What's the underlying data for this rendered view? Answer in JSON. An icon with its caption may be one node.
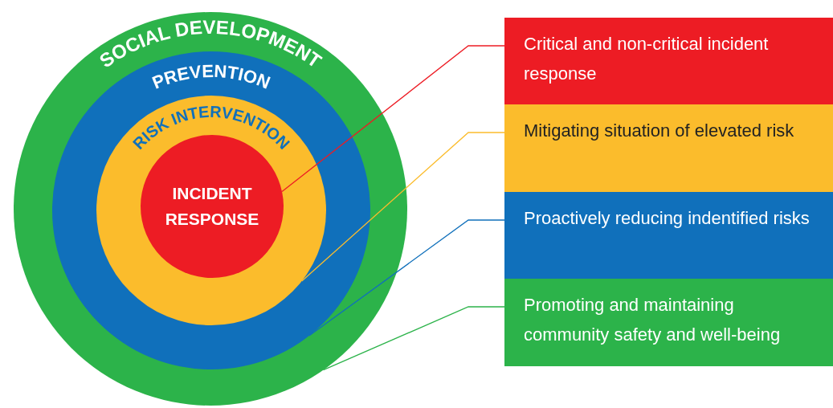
{
  "diagram": {
    "nodes": [
      {
        "text": [
          "SOCIAL DEVELOPMENT"
        ]
      },
      {
        "text": [
          "PREVENTION"
        ],
        "in": 0
      },
      {
        "text": [
          "RISK INTERVENTION"
        ],
        "in": 1
      },
      {
        "text": [
          "INCIDENT RESPONSE"
        ],
        "in": 2
      },
      {
        "text": [
          "Critical and non-critical incident response"
        ]
      },
      {
        "text": [
          "Mitigating situation of elevated risk"
        ]
      },
      {
        "text": [
          "Proactively reducing indentified risks"
        ]
      },
      {
        "text": [
          "Promoting and maintaining community safety and well-being"
        ]
      }
    ],
    "edges": [
      {
        "from": 3,
        "to": 4,
        "arrow": "none",
        "color": "#ed1c24"
      },
      {
        "from": 2,
        "to": 5,
        "arrow": "none",
        "color": "#fbbc2c"
      },
      {
        "from": 1,
        "to": 6,
        "arrow": "none",
        "color": "#1070bb"
      },
      {
        "from": 0,
        "to": 7,
        "arrow": "none",
        "color": "#2cb34a"
      }
    ]
  }
}
